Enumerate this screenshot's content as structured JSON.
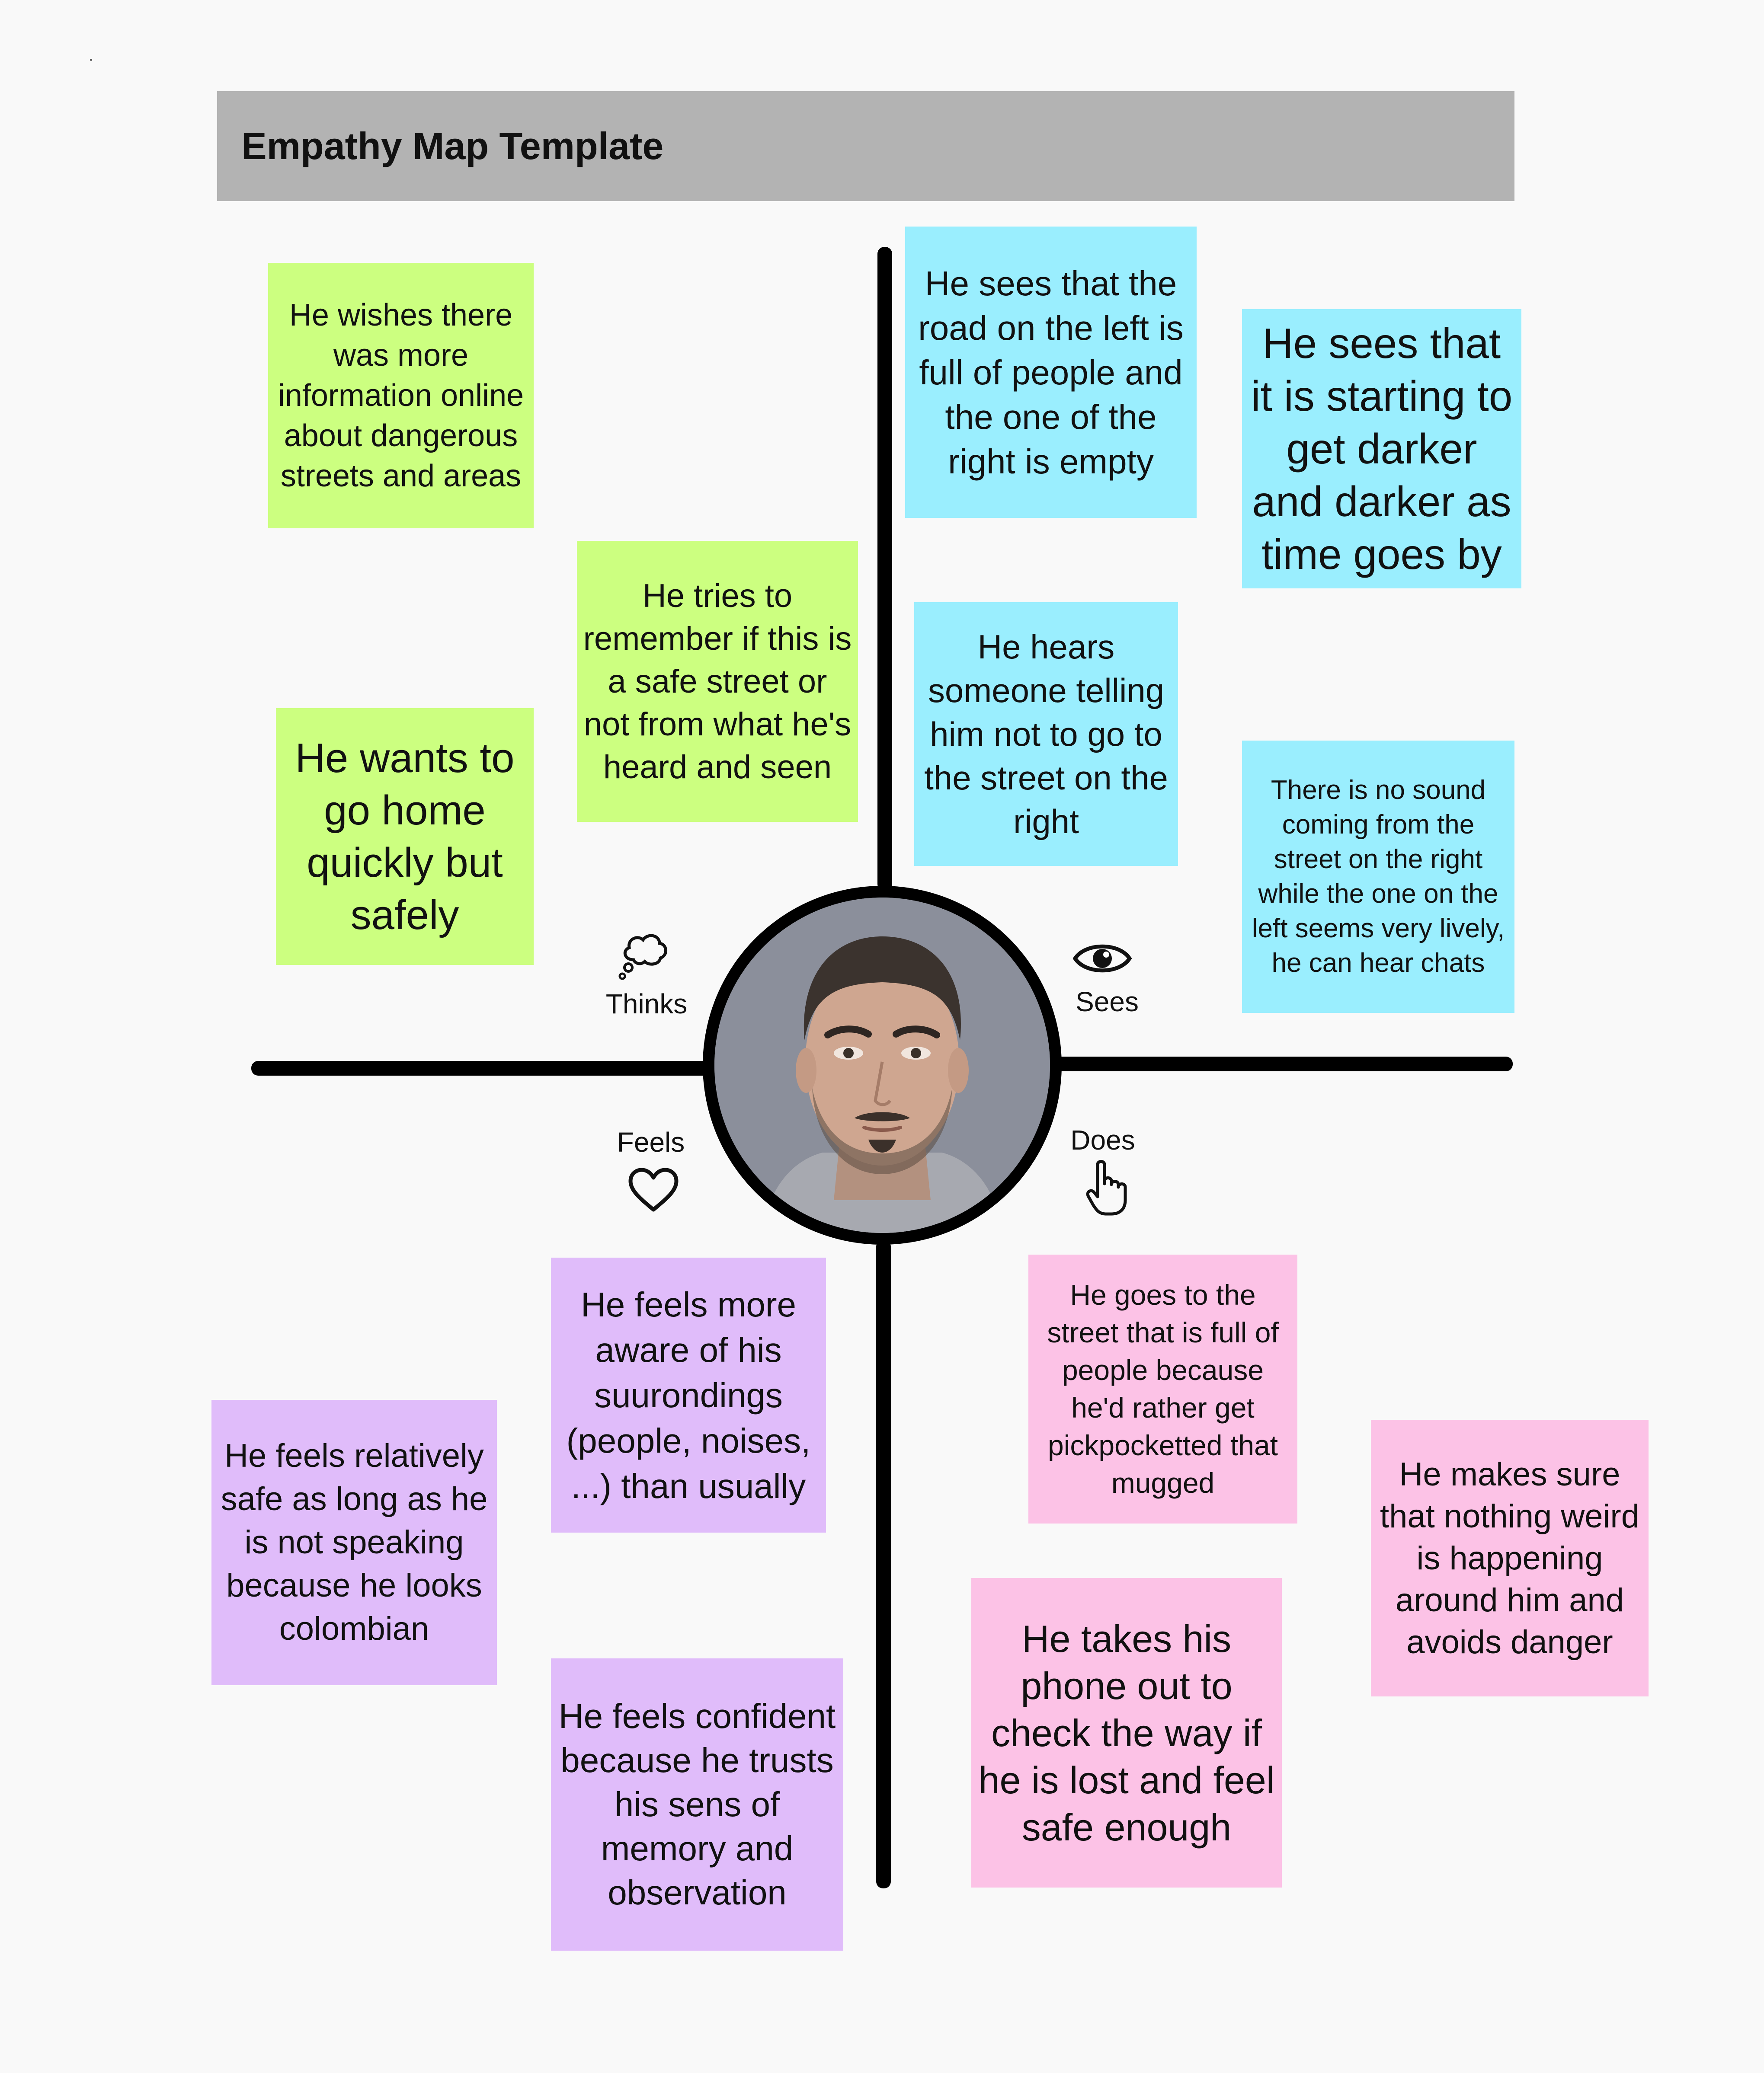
{
  "header": {
    "title": "Empathy Map Template"
  },
  "colors": {
    "thinks": "#ccff80",
    "sees": "#9aeefe",
    "feels": "#e0bcfa",
    "does": "#fcc2e6"
  },
  "quadrants": {
    "thinks": {
      "label": "Thinks",
      "icon": "thought-bubble-icon"
    },
    "sees": {
      "label": "Sees",
      "icon": "eye-icon"
    },
    "feels": {
      "label": "Feels",
      "icon": "heart-icon"
    },
    "does": {
      "label": "Does",
      "icon": "pointing-hand-icon"
    }
  },
  "persona": {
    "photo": "persona-portrait"
  },
  "notes": {
    "thinks": [
      "He wishes there was more information online about dangerous streets and areas",
      "He tries to remember if this is a safe street or not from what he's heard and seen",
      "He wants to go home quickly but safely"
    ],
    "sees": [
      "He sees that the road on the left is full of people and the one of the right is empty",
      "He sees that it is starting to get darker and darker as time goes by",
      "He hears someone telling him not to go to the street on the right",
      "There is no sound coming from the street on the right while the one on the left seems very lively, he can hear chats"
    ],
    "feels": [
      "He feels more aware of his suurondings (people, noises, ...) than usually",
      "He feels relatively safe as long as he is not speaking because he looks colombian",
      "He feels confident because he trusts his sens of memory and observation"
    ],
    "does": [
      "He goes to the street that is full of people because he'd rather get pickpocketted that mugged",
      "He makes sure that nothing weird is happening around him and avoids danger",
      "He takes his phone out to check the way if he is lost and feel safe enough"
    ]
  }
}
